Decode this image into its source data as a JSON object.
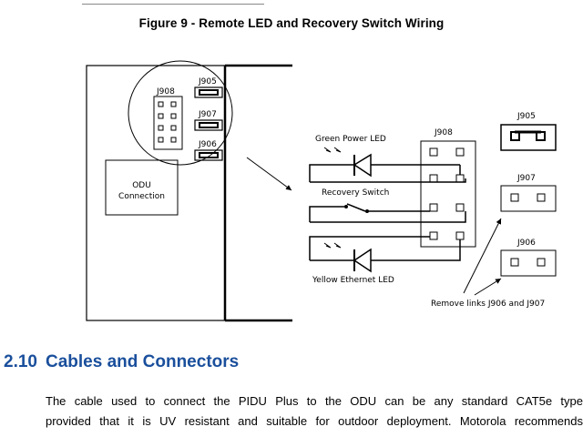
{
  "figure_caption": "Figure 9 - Remote LED and Recovery Switch Wiring",
  "diagram": {
    "j908_small": "J908",
    "j905_small": "J905",
    "j907_small": "J907",
    "j906_small": "J906",
    "odu_line1": "ODU",
    "odu_line2": "Connection",
    "j908_large": "J908",
    "j905_large": "J905",
    "j907_large": "J907",
    "j906_large": "J906",
    "green_led": "Green Power LED",
    "recovery_switch": "Recovery Switch",
    "yellow_led": "Yellow Ethernet LED",
    "remove_links": "Remove links J906 and J907"
  },
  "section": {
    "number": "2.10",
    "title": "Cables and Connectors"
  },
  "paragraph": {
    "line1": "The cable used to connect the PIDU Plus to the ODU can be any standard CAT5e type",
    "line2": "provided that it is UV resistant and suitable for outdoor deployment. Motorola recommends"
  }
}
